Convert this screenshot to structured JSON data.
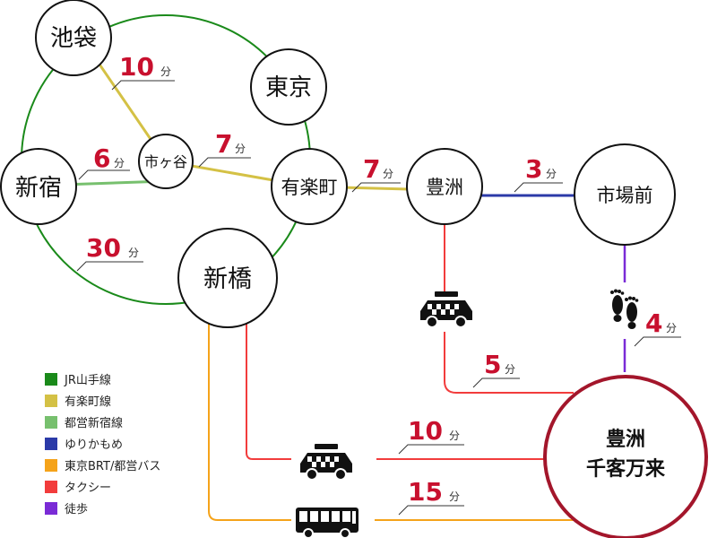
{
  "colors": {
    "jr_yamanote": "#1a8a1a",
    "yurakucho": "#d4c145",
    "toei_shinjuku": "#77c06e",
    "yurikamome": "#2b3aa8",
    "brt_bus": "#f5a31a",
    "taxi": "#f23c3c",
    "walk": "#7a2bd6",
    "destination": "#a3162b",
    "time_number": "#c8102e"
  },
  "stations": {
    "ikebukuro": "池袋",
    "tokyo": "東京",
    "ichigaya": "市ヶ谷",
    "shinjuku": "新宿",
    "yurakucho": "有楽町",
    "toyosu": "豊洲",
    "shijomae": "市場前",
    "shinbashi": "新橋",
    "destination_line1": "豊洲",
    "destination_line2": "千客万来"
  },
  "times": {
    "ikebukuro_ichigaya": "10",
    "shinjuku_ichigaya": "6",
    "ichigaya_yurakucho": "7",
    "yurakucho_toyosu": "7",
    "toyosu_shijomae": "3",
    "shinjuku_shinbashi": "30",
    "shijomae_walk": "4",
    "toyosu_taxi": "5",
    "shinbashi_taxi": "10",
    "shinbashi_bus": "15"
  },
  "unit": "分",
  "icons": {
    "taxi_toyosu": "taxi-icon",
    "taxi_shinbashi": "taxi-icon",
    "bus": "bus-icon",
    "walk": "footprints-icon"
  },
  "legend": [
    {
      "label": "JR山手線",
      "color": "#1a8a1a"
    },
    {
      "label": "有楽町線",
      "color": "#d4c145"
    },
    {
      "label": "都営新宿線",
      "color": "#77c06e"
    },
    {
      "label": "ゆりかもめ",
      "color": "#2b3aa8"
    },
    {
      "label": "東京BRT/都営バス",
      "color": "#f5a31a"
    },
    {
      "label": "タクシー",
      "color": "#f23c3c"
    },
    {
      "label": "徒歩",
      "color": "#7a2bd6"
    }
  ]
}
